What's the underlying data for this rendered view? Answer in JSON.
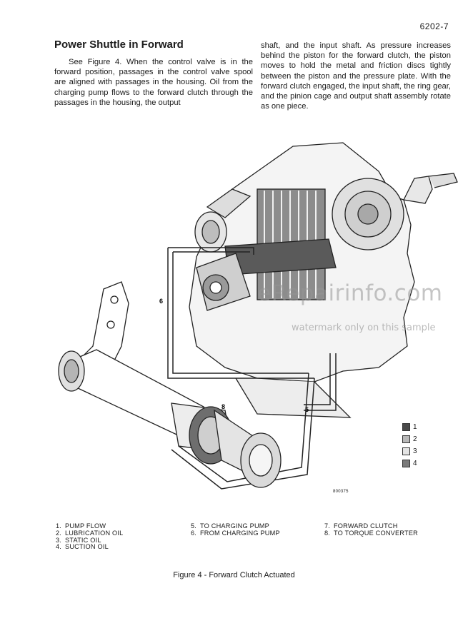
{
  "page": {
    "number": "6202-7",
    "heading": "Power Shuttle in Forward",
    "left_column": "See Figure 4. When the control valve is in the forward position, passages in the control valve spool are aligned with passages in the housing. Oil from the charging pump flows to the forward clutch through the passages in the housing, the output",
    "right_column": "shaft, and the input shaft. As pressure increases behind the piston for the forward clutch, the piston moves to hold the metal and friction discs tightly between the piston and the pressure plate. With the forward clutch engaged, the input shaft, the ring gear, and the pinion cage and output shaft assembly rotate as one piece."
  },
  "figure": {
    "callouts": {
      "c6": "6",
      "c8": "8",
      "c5": "5"
    },
    "legend": [
      {
        "num": "1",
        "color": "#4a4a4a"
      },
      {
        "num": "2",
        "color": "#b8b8b8"
      },
      {
        "num": "3",
        "color": "#e4e4e4"
      },
      {
        "num": "4",
        "color": "#7a7a7a"
      }
    ],
    "figure_id": "800375",
    "watermark": "eRepairinfo.com",
    "watermark_sub": "watermark only on this sample"
  },
  "key": [
    [
      {
        "n": "1.",
        "label": "PUMP FLOW"
      },
      {
        "n": "2.",
        "label": "LUBRICATION OIL"
      },
      {
        "n": "3.",
        "label": "STATIC OIL"
      },
      {
        "n": "4.",
        "label": "SUCTION OIL"
      }
    ],
    [
      {
        "n": "5.",
        "label": "TO CHARGING PUMP"
      },
      {
        "n": "6.",
        "label": "FROM CHARGING PUMP"
      }
    ],
    [
      {
        "n": "7.",
        "label": "FORWARD CLUTCH"
      },
      {
        "n": "8.",
        "label": "TO TORQUE CONVERTER"
      }
    ]
  ],
  "caption": "Figure 4 - Forward Clutch Actuated"
}
